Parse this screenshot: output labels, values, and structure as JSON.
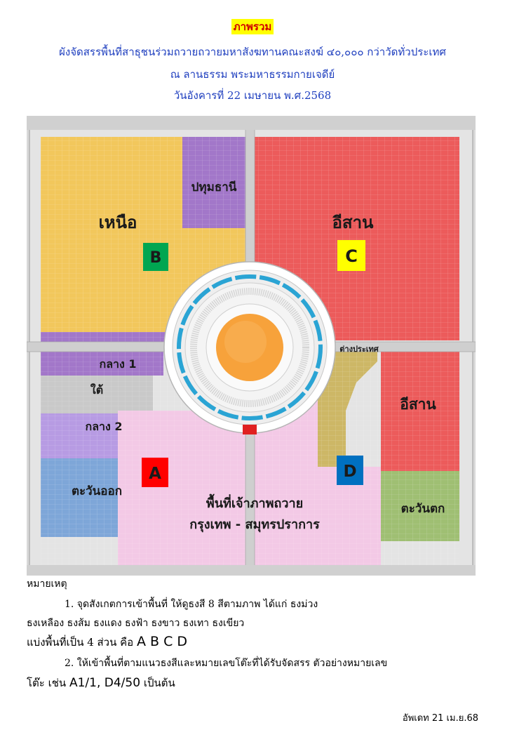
{
  "header": {
    "title": "ภาพรวม",
    "line1": "ผังจัดสรรพื้นที่สาธุชนร่วมถวายถวายมหาสังฆทานคณะสงฆ์ ๔๐,๐๐๐ กว่าวัดทั่วประเทศ",
    "line2": "ณ ลานธรรม พระมหาธรรมกายเจดีย์",
    "line3": "วันอังคารที่ 22 เมษายน พ.ศ.2568"
  },
  "map": {
    "zones": {
      "north": "เหนือ",
      "pathumthani": "ปทุมธานี",
      "isan_top": "อีสาน",
      "central1": "กลาง 1",
      "south": "ใต้",
      "central2": "กลาง 2",
      "east": "ตะวันออก",
      "foreign": "ต่างประเทศ",
      "isan_bottom": "อีสาน",
      "west": "ตะวันตก",
      "host_line1": "พื้นที่เจ้าภาพถวาย",
      "host_line2": "กรุงเทพ - สมุทรปราการ"
    },
    "sections": {
      "a": "A",
      "b": "B",
      "c": "C",
      "d": "D"
    },
    "colors": {
      "yellow": "#f2c75c",
      "purple": "#a277c9",
      "red": "#ec5b5b",
      "gray": "#c9c9c9",
      "lavender": "#b79be3",
      "blue": "#7ea6d8",
      "pink": "#f3c9e6",
      "olive": "#cdb766",
      "green": "#9fbf73",
      "badge_green": "#00a651",
      "badge_yellow": "#ffff00",
      "badge_red": "#ff0000",
      "badge_blue": "#0070c0",
      "dome": "#f7a23b"
    }
  },
  "notes": {
    "heading": "หมายเหตุ",
    "item1_line1": "1. จุดสังเกตการเข้าพื้นที่ ให้ดูธงสี 8 สีตามภาพ ได้แก่ ธงม่วง",
    "item1_line2": "ธงเหลือง ธงส้ม ธงแดง ธงฟ้า ธงขาว ธงเทา ธงเขียว",
    "item1_line3_prefix": "แบ่งพื้นที่เป็น 4 ส่วน คือ",
    "item1_line3_letters": "A B C D",
    "item2_line1": "2. ให้เข้าพื้นที่ตามแนวธงสีและหมายเลขโต๊ะที่ได้รับจัดสรร ตัวอย่างหมายเลข",
    "item2_line2_prefix": "โต๊ะ เช่น",
    "item2_line2_example": "A1/1,  D4/50",
    "item2_line2_suffix": "เป็นต้น"
  },
  "update": "อัพเดท 21 เม.ย.68"
}
